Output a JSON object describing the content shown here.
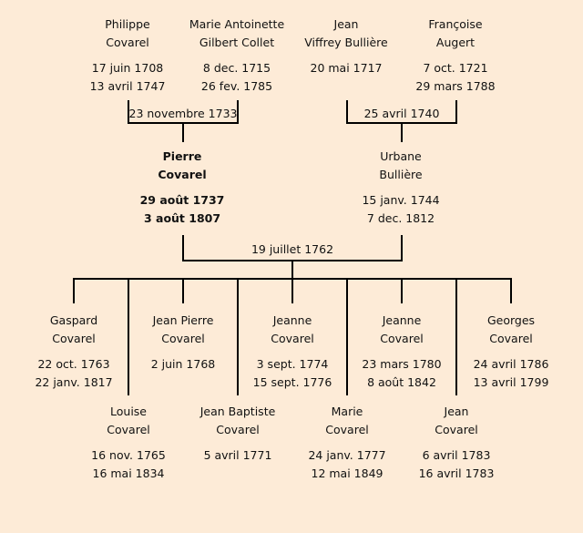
{
  "grandparents": [
    {
      "name1": "Philippe",
      "name2": "Covarel",
      "birth": "17 juin 1708",
      "death": "13 avril 1747"
    },
    {
      "name1": "Marie Antoinette",
      "name2": "Gilbert Collet",
      "birth": "8 dec. 1715",
      "death": "26 fev. 1785"
    },
    {
      "name1": "Jean",
      "name2": "Viffrey Bullière",
      "birth": "20 mai 1717",
      "death": ""
    },
    {
      "name1": "Françoise",
      "name2": "Augert",
      "birth": "7 oct. 1721",
      "death": "29 mars 1788"
    }
  ],
  "marriages": {
    "paternal": "23 novembre 1733",
    "maternal": "25 avril 1740",
    "parents": "19 juillet 1762"
  },
  "parents": [
    {
      "name1": "Pierre",
      "name2": "Covarel",
      "birth": "29 août 1737",
      "death": "3 août 1807"
    },
    {
      "name1": "Urbane",
      "name2": "Bullière",
      "birth": "15 janv. 1744",
      "death": "7 dec. 1812"
    }
  ],
  "children": [
    {
      "name1": "Gaspard",
      "name2": "Covarel",
      "birth": "22 oct. 1763",
      "death": "22 janv. 1817"
    },
    {
      "name1": "Louise",
      "name2": "Covarel",
      "birth": "16 nov. 1765",
      "death": "16 mai 1834"
    },
    {
      "name1": "Jean Pierre",
      "name2": "Covarel",
      "birth": "2 juin 1768",
      "death": ""
    },
    {
      "name1": "Jean Baptiste",
      "name2": "Covarel",
      "birth": "5 avril 1771",
      "death": ""
    },
    {
      "name1": "Jeanne",
      "name2": "Covarel",
      "birth": "3 sept. 1774",
      "death": "15 sept. 1776"
    },
    {
      "name1": "Marie",
      "name2": "Covarel",
      "birth": "24 janv. 1777",
      "death": "12 mai 1849"
    },
    {
      "name1": "Jeanne",
      "name2": "Covarel",
      "birth": "23 mars 1780",
      "death": "8 août 1842"
    },
    {
      "name1": "Jean",
      "name2": "Covarel",
      "birth": "6 avril 1783",
      "death": "16 avril 1783"
    },
    {
      "name1": "Georges",
      "name2": "Covarel",
      "birth": "24 avril 1786",
      "death": "13 avril 1799"
    }
  ]
}
